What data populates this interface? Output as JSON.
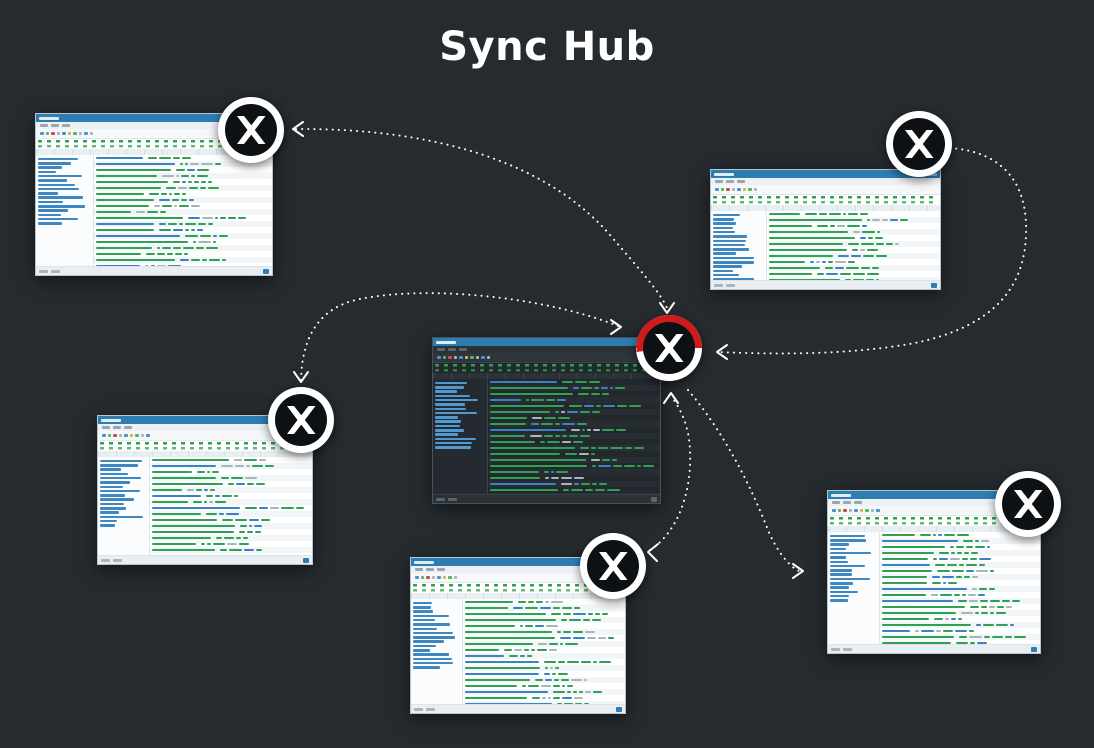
{
  "diagram": {
    "title": "Sync Hub",
    "nodes": [
      {
        "id": "client-top-left",
        "theme": "light",
        "badge": "x-logo"
      },
      {
        "id": "client-top-right",
        "theme": "light",
        "badge": "x-logo"
      },
      {
        "id": "client-mid-left",
        "theme": "light",
        "badge": "x-logo"
      },
      {
        "id": "hub-center",
        "theme": "dark",
        "badge": "x-logo-red"
      },
      {
        "id": "client-bottom-center",
        "theme": "light",
        "badge": "x-logo"
      },
      {
        "id": "client-bottom-right",
        "theme": "light",
        "badge": "x-logo"
      }
    ],
    "edges": [
      {
        "from": "hub-center",
        "to": "client-top-left",
        "style": "dotted"
      },
      {
        "from": "client-top-right",
        "to": "hub-center",
        "style": "dotted"
      },
      {
        "from": "client-mid-left",
        "to": "hub-center",
        "style": "dotted"
      },
      {
        "from": "hub-center",
        "to": "client-mid-left",
        "style": "dotted"
      },
      {
        "from": "client-bottom-center",
        "to": "hub-center",
        "style": "dotted"
      },
      {
        "from": "hub-center",
        "to": "client-bottom-right",
        "style": "dotted"
      }
    ]
  },
  "colors": {
    "background": "#252b2f",
    "titlebar_blue": "#2d7db3",
    "table_green": "#2fa152",
    "hub_red": "#cf1b1b",
    "arrow_white": "#ffffff"
  }
}
